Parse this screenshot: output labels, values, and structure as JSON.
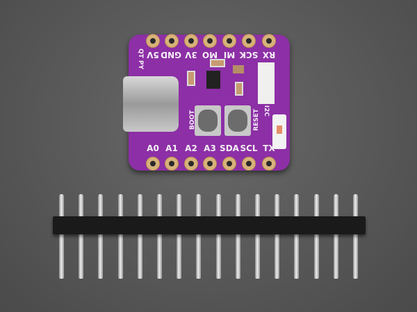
{
  "board": {
    "brand_label": "QT PY",
    "top_pins": [
      "5V",
      "GND",
      "3V",
      "MO",
      "MI",
      "SCK",
      "RX"
    ],
    "bottom_pins": [
      "A0",
      "A1",
      "A2",
      "A3",
      "SDA",
      "SCL",
      "TX"
    ],
    "boot_label": "BOOT",
    "reset_label": "RESET",
    "i2c_label": "I2C",
    "color": "#8d2fa6"
  },
  "header": {
    "pin_count": 16
  }
}
